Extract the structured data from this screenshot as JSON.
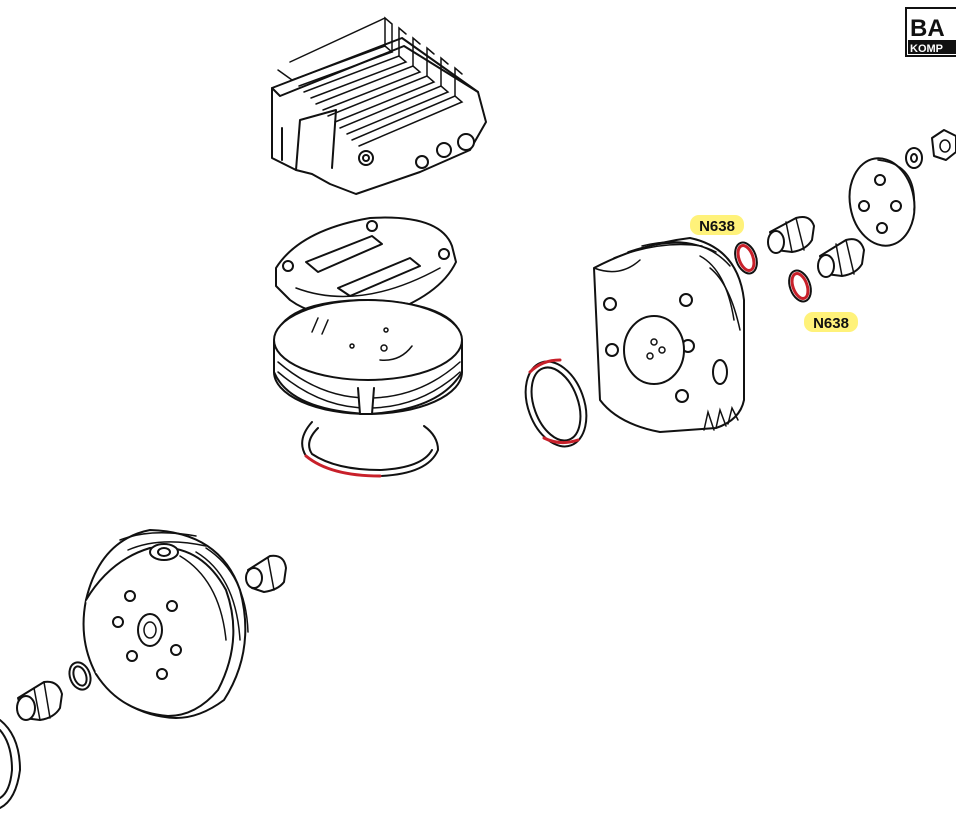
{
  "logo": {
    "big": "BA",
    "small": "KOMP"
  },
  "labels": [
    {
      "text": "N638"
    },
    {
      "text": "N638"
    }
  ],
  "colors": {
    "highlight": "#fff27a",
    "oring": "#c8202a",
    "line": "#111111"
  }
}
